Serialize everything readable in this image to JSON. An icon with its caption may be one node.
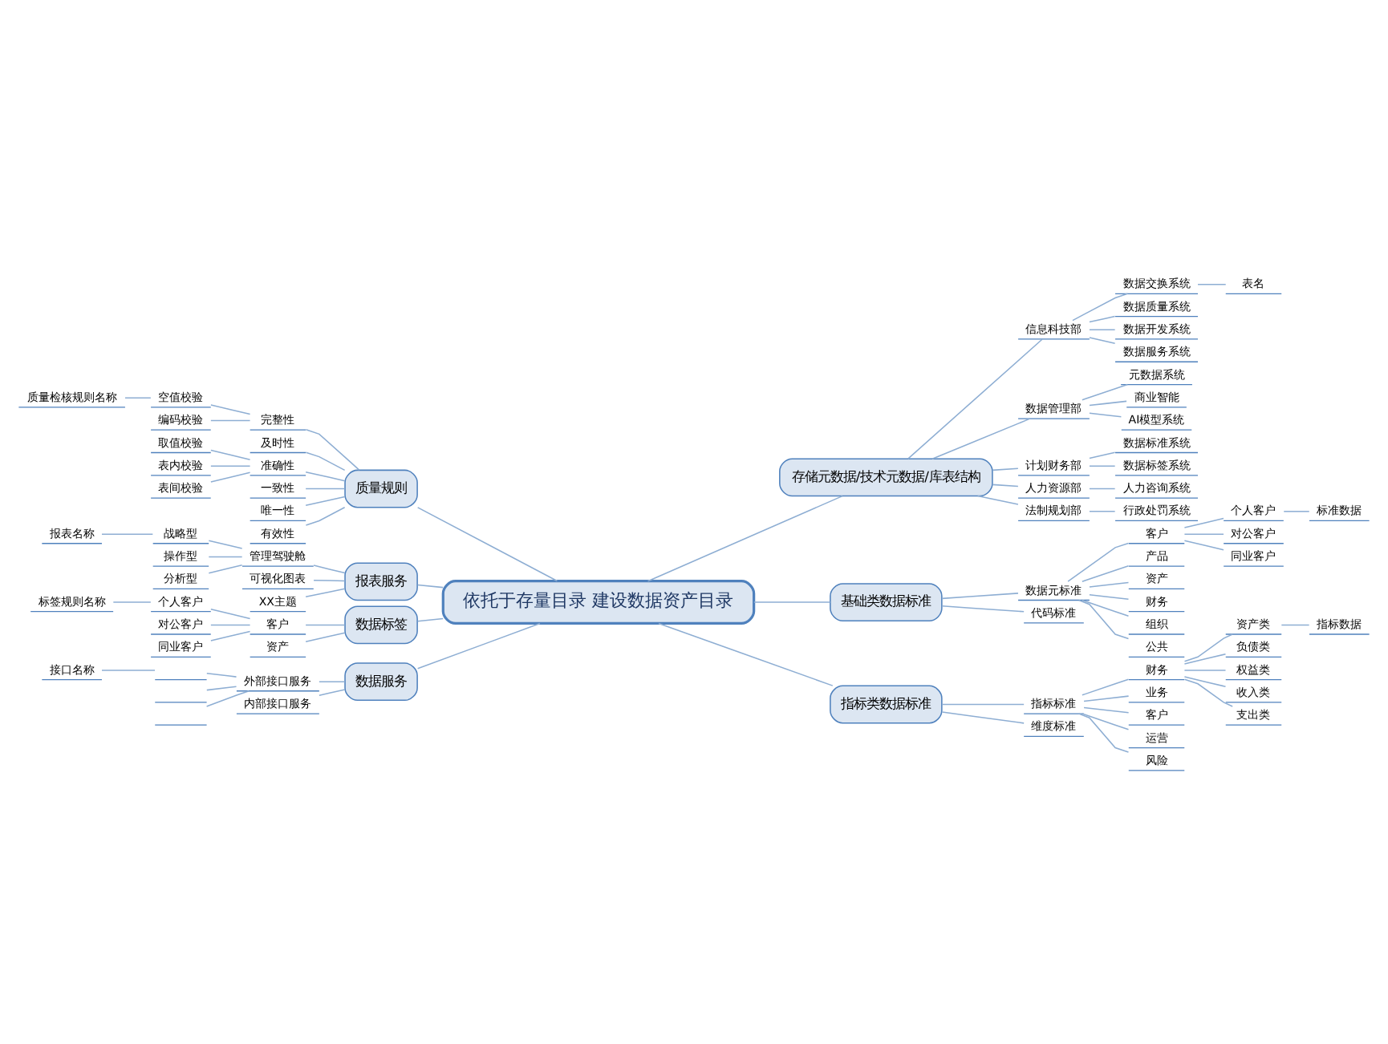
{
  "diagram": {
    "nodes": [
      {
        "text": [
          "依托于存量目录 建设数据资产目录"
        ]
      },
      {
        "text": [
          "质量规则"
        ]
      },
      {
        "text": [
          "完整性"
        ]
      },
      {
        "text": [
          "空值校验"
        ]
      },
      {
        "text": [
          "质量检核规则名称"
        ]
      },
      {
        "text": [
          "编码校验"
        ]
      },
      {
        "text": [
          "及时性"
        ]
      },
      {
        "text": [
          "准确性"
        ]
      },
      {
        "text": [
          "取值校验"
        ]
      },
      {
        "text": [
          "表内校验"
        ]
      },
      {
        "text": [
          "表间校验"
        ]
      },
      {
        "text": [
          "一致性"
        ]
      },
      {
        "text": [
          "唯一性"
        ]
      },
      {
        "text": [
          "有效性"
        ]
      },
      {
        "text": [
          "报表服务"
        ]
      },
      {
        "text": [
          "管理驾驶舱"
        ]
      },
      {
        "text": [
          "战略型"
        ]
      },
      {
        "text": [
          "报表名称"
        ]
      },
      {
        "text": [
          "操作型"
        ]
      },
      {
        "text": [
          "分析型"
        ]
      },
      {
        "text": [
          "可视化图表"
        ]
      },
      {
        "text": [
          "XX主题"
        ]
      },
      {
        "text": [
          "数据标签"
        ]
      },
      {
        "text": [
          "客户"
        ]
      },
      {
        "text": [
          "个人客户"
        ]
      },
      {
        "text": [
          "标签规则名称"
        ]
      },
      {
        "text": [
          "对公客户"
        ]
      },
      {
        "text": [
          "同业客户"
        ]
      },
      {
        "text": [
          "资产"
        ]
      },
      {
        "text": [
          "数据服务"
        ]
      },
      {
        "text": [
          "外部接口服务"
        ]
      },
      {
        "text": [],
        "shape": "bar"
      },
      {
        "text": [
          "接口名称"
        ]
      },
      {
        "text": [],
        "shape": "bar"
      },
      {
        "text": [],
        "shape": "bar"
      },
      {
        "text": [
          "内部接口服务"
        ]
      },
      {
        "text": [
          "存储元数据/技术元数据/库表结构"
        ]
      },
      {
        "text": [
          "信息科技部"
        ]
      },
      {
        "text": [
          "数据交换系统"
        ]
      },
      {
        "text": [
          "表名"
        ]
      },
      {
        "text": [
          "数据质量系统"
        ]
      },
      {
        "text": [
          "数据开发系统"
        ]
      },
      {
        "text": [
          "数据服务系统"
        ]
      },
      {
        "text": [
          "数据管理部"
        ]
      },
      {
        "text": [
          "元数据系统"
        ]
      },
      {
        "text": [
          "商业智能"
        ]
      },
      {
        "text": [
          "AI模型系统"
        ]
      },
      {
        "text": [
          "计划财务部"
        ]
      },
      {
        "text": [
          "数据标准系统"
        ]
      },
      {
        "text": [
          "数据标签系统"
        ]
      },
      {
        "text": [
          "人力资源部"
        ]
      },
      {
        "text": [
          "人力咨询系统"
        ]
      },
      {
        "text": [
          "法制规划部"
        ]
      },
      {
        "text": [
          "行政处罚系统"
        ]
      },
      {
        "text": [
          "基础类数据标准"
        ]
      },
      {
        "text": [
          "数据元标准"
        ]
      },
      {
        "text": [
          "客户"
        ]
      },
      {
        "text": [
          "个人客户"
        ]
      },
      {
        "text": [
          "标准数据"
        ]
      },
      {
        "text": [
          "对公客户"
        ]
      },
      {
        "text": [
          "同业客户"
        ]
      },
      {
        "text": [
          "产品"
        ]
      },
      {
        "text": [
          "资产"
        ]
      },
      {
        "text": [
          "财务"
        ]
      },
      {
        "text": [
          "组织"
        ]
      },
      {
        "text": [
          "公共"
        ]
      },
      {
        "text": [
          "代码标准"
        ]
      },
      {
        "text": [
          "指标类数据标准"
        ]
      },
      {
        "text": [
          "指标标准"
        ]
      },
      {
        "text": [
          "财务"
        ]
      },
      {
        "text": [
          "资产类"
        ]
      },
      {
        "text": [
          "指标数据"
        ]
      },
      {
        "text": [
          "负债类"
        ]
      },
      {
        "text": [
          "权益类"
        ]
      },
      {
        "text": [
          "收入类"
        ]
      },
      {
        "text": [
          "支出类"
        ]
      },
      {
        "text": [
          "业务"
        ]
      },
      {
        "text": [
          "客户"
        ]
      },
      {
        "text": [
          "运营"
        ]
      },
      {
        "text": [
          "风险"
        ]
      },
      {
        "text": [
          "维度标准"
        ]
      }
    ],
    "edges": [
      {
        "from": 0,
        "to": 1,
        "arrow": "none"
      },
      {
        "from": 1,
        "to": 2,
        "arrow": "none"
      },
      {
        "from": 2,
        "to": 3,
        "arrow": "none"
      },
      {
        "from": 3,
        "to": 4,
        "arrow": "none"
      },
      {
        "from": 2,
        "to": 5,
        "arrow": "none"
      },
      {
        "from": 1,
        "to": 6,
        "arrow": "none"
      },
      {
        "from": 1,
        "to": 7,
        "arrow": "none"
      },
      {
        "from": 7,
        "to": 8,
        "arrow": "none"
      },
      {
        "from": 7,
        "to": 9,
        "arrow": "none"
      },
      {
        "from": 7,
        "to": 10,
        "arrow": "none"
      },
      {
        "from": 1,
        "to": 11,
        "arrow": "none"
      },
      {
        "from": 1,
        "to": 12,
        "arrow": "none"
      },
      {
        "from": 1,
        "to": 13,
        "arrow": "none"
      },
      {
        "from": 0,
        "to": 14,
        "arrow": "none"
      },
      {
        "from": 14,
        "to": 15,
        "arrow": "none"
      },
      {
        "from": 15,
        "to": 16,
        "arrow": "none"
      },
      {
        "from": 16,
        "to": 17,
        "arrow": "none"
      },
      {
        "from": 15,
        "to": 18,
        "arrow": "none"
      },
      {
        "from": 15,
        "to": 19,
        "arrow": "none"
      },
      {
        "from": 14,
        "to": 20,
        "arrow": "none"
      },
      {
        "from": 14,
        "to": 21,
        "arrow": "none"
      },
      {
        "from": 0,
        "to": 22,
        "arrow": "none"
      },
      {
        "from": 22,
        "to": 23,
        "arrow": "none"
      },
      {
        "from": 23,
        "to": 24,
        "arrow": "none"
      },
      {
        "from": 24,
        "to": 25,
        "arrow": "none"
      },
      {
        "from": 23,
        "to": 26,
        "arrow": "none"
      },
      {
        "from": 23,
        "to": 27,
        "arrow": "none"
      },
      {
        "from": 22,
        "to": 28,
        "arrow": "none"
      },
      {
        "from": 0,
        "to": 29,
        "arrow": "none"
      },
      {
        "from": 29,
        "to": 30,
        "arrow": "none"
      },
      {
        "from": 30,
        "to": 31,
        "arrow": "none"
      },
      {
        "from": 31,
        "to": 32,
        "arrow": "none"
      },
      {
        "from": 30,
        "to": 33,
        "arrow": "none"
      },
      {
        "from": 30,
        "to": 34,
        "arrow": "none"
      },
      {
        "from": 29,
        "to": 35,
        "arrow": "none"
      },
      {
        "from": 0,
        "to": 36,
        "arrow": "none"
      },
      {
        "from": 36,
        "to": 37,
        "arrow": "none"
      },
      {
        "from": 37,
        "to": 38,
        "arrow": "none"
      },
      {
        "from": 38,
        "to": 39,
        "arrow": "none"
      },
      {
        "from": 37,
        "to": 40,
        "arrow": "none"
      },
      {
        "from": 37,
        "to": 41,
        "arrow": "none"
      },
      {
        "from": 37,
        "to": 42,
        "arrow": "none"
      },
      {
        "from": 36,
        "to": 43,
        "arrow": "none"
      },
      {
        "from": 43,
        "to": 44,
        "arrow": "none"
      },
      {
        "from": 43,
        "to": 45,
        "arrow": "none"
      },
      {
        "from": 43,
        "to": 46,
        "arrow": "none"
      },
      {
        "from": 36,
        "to": 47,
        "arrow": "none"
      },
      {
        "from": 47,
        "to": 48,
        "arrow": "none"
      },
      {
        "from": 47,
        "to": 49,
        "arrow": "none"
      },
      {
        "from": 36,
        "to": 50,
        "arrow": "none"
      },
      {
        "from": 50,
        "to": 51,
        "arrow": "none"
      },
      {
        "from": 36,
        "to": 52,
        "arrow": "none"
      },
      {
        "from": 52,
        "to": 53,
        "arrow": "none"
      },
      {
        "from": 0,
        "to": 54,
        "arrow": "none"
      },
      {
        "from": 54,
        "to": 55,
        "arrow": "none"
      },
      {
        "from": 55,
        "to": 56,
        "arrow": "none"
      },
      {
        "from": 56,
        "to": 57,
        "arrow": "none"
      },
      {
        "from": 57,
        "to": 58,
        "arrow": "none"
      },
      {
        "from": 56,
        "to": 59,
        "arrow": "none"
      },
      {
        "from": 56,
        "to": 60,
        "arrow": "none"
      },
      {
        "from": 55,
        "to": 61,
        "arrow": "none"
      },
      {
        "from": 55,
        "to": 62,
        "arrow": "none"
      },
      {
        "from": 55,
        "to": 63,
        "arrow": "none"
      },
      {
        "from": 55,
        "to": 64,
        "arrow": "none"
      },
      {
        "from": 55,
        "to": 65,
        "arrow": "none"
      },
      {
        "from": 54,
        "to": 66,
        "arrow": "none"
      },
      {
        "from": 0,
        "to": 67,
        "arrow": "none"
      },
      {
        "from": 67,
        "to": 68,
        "arrow": "none"
      },
      {
        "from": 68,
        "to": 69,
        "arrow": "none"
      },
      {
        "from": 69,
        "to": 70,
        "arrow": "none"
      },
      {
        "from": 70,
        "to": 71,
        "arrow": "none"
      },
      {
        "from": 69,
        "to": 72,
        "arrow": "none"
      },
      {
        "from": 69,
        "to": 73,
        "arrow": "none"
      },
      {
        "from": 69,
        "to": 74,
        "arrow": "none"
      },
      {
        "from": 69,
        "to": 75,
        "arrow": "none"
      },
      {
        "from": 68,
        "to": 76,
        "arrow": "none"
      },
      {
        "from": 68,
        "to": 77,
        "arrow": "none"
      },
      {
        "from": 68,
        "to": 78,
        "arrow": "none"
      },
      {
        "from": 68,
        "to": 79,
        "arrow": "none"
      },
      {
        "from": 67,
        "to": 80,
        "arrow": "none"
      }
    ]
  }
}
